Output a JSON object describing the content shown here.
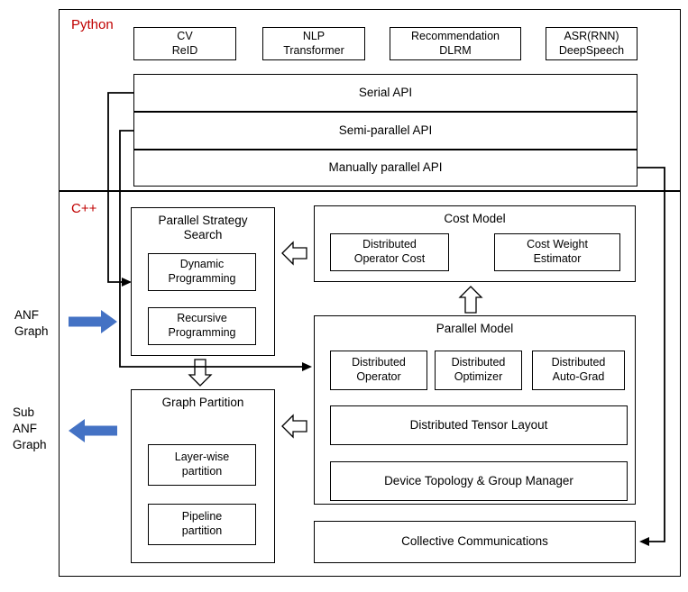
{
  "python": {
    "label": "Python",
    "apps": [
      "CV\nReID",
      "NLP\nTransformer",
      "Recommendation\nDLRM",
      "ASR(RNN)\nDeepSpeech"
    ],
    "apis": [
      "Serial API",
      "Semi-parallel API",
      "Manually parallel API"
    ]
  },
  "cpp": {
    "label": "C++",
    "pss": {
      "title": "Parallel Strategy Search",
      "items": [
        "Dynamic\nProgramming",
        "Recursive\nProgramming"
      ]
    },
    "cost_model": {
      "title": "Cost Model",
      "items": [
        "Distributed\nOperator Cost",
        "Cost Weight\nEstimator"
      ]
    },
    "parallel_model": {
      "title": "Parallel Model",
      "row": [
        "Distributed\nOperator",
        "Distributed\nOptimizer",
        "Distributed\nAuto-Grad"
      ],
      "wide": [
        "Distributed Tensor Layout",
        "Device Topology & Group Manager"
      ]
    },
    "graph_partition": {
      "title": "Graph Partition",
      "items": [
        "Layer-wise\npartition",
        "Pipeline\npartition"
      ]
    },
    "collective": "Collective Communications"
  },
  "side": {
    "anf": "ANF\nGraph",
    "sub_anf": "Sub\nANF\nGraph"
  },
  "colors": {
    "accent_red": "#c00000",
    "arrow_blue": "#4472c4"
  }
}
